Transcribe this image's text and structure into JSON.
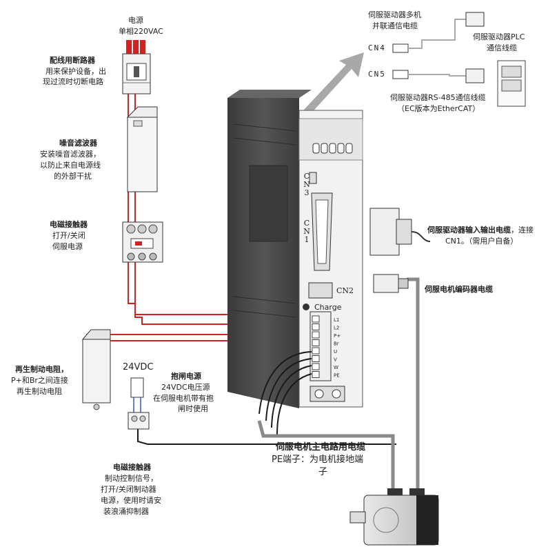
{
  "power": {
    "title": "电源",
    "subtitle": "单相220VAC"
  },
  "breaker": {
    "title": "配线用断路器",
    "desc1": "用来保护设备，出",
    "desc2": "现过流时切断电路"
  },
  "filter": {
    "title": "噪音滤波器",
    "desc1": "安装噪音滤波器，",
    "desc2": "以防止来自电源线",
    "desc3": "的外部干扰"
  },
  "contactor": {
    "title": "电磁接触器",
    "desc1": "打开/关闭",
    "desc2": "伺服电源"
  },
  "regen": {
    "title": "再生制动电阻，",
    "desc1": "P+和Br之间连接",
    "desc2": "再生制动电阻"
  },
  "brake_power": {
    "supply": "24VDC",
    "title": "抱闸电源",
    "desc1": "24VDC电压源",
    "desc2": "在伺服电机带有抱",
    "desc3": "闸时使用"
  },
  "brake_contactor": {
    "title": "电磁接触器",
    "desc1": "制动控制信号，",
    "desc2": "打开/关闭制动器",
    "desc3": "电源，使用时请安",
    "desc4": "装浪涌抑制器"
  },
  "multi_cable": {
    "line1": "伺服驱动器多机",
    "line2": "并联通信电缆"
  },
  "plc_cable": {
    "line1": "伺服驱动器PLC",
    "line2": "通信线缆"
  },
  "rs485_cable": {
    "line1": "伺服驱动器RS-485通信线缆",
    "line2": "（EC版本为EtherCAT）"
  },
  "io_cable": {
    "title": "伺服驱动器输入输出电缆",
    "tail": "，连接",
    "desc": "CN1。（需用户自备）"
  },
  "encoder_cable": {
    "title": "伺服电机编码器电缆"
  },
  "main_cable": {
    "title": "伺服电机主电路用电缆",
    "desc1": "PE端子：为电机接地端",
    "desc2": "子"
  },
  "ports": {
    "cn4": "CN4",
    "cn5": "CN5",
    "cn3": "CN3",
    "cn1": "CN1",
    "cn2": "CN2",
    "charge": "Charge"
  },
  "terminals": [
    "L1",
    "L2",
    "P+",
    "Br",
    "U",
    "V",
    "W",
    "PE"
  ],
  "colors": {
    "power_wire": "#d42020",
    "signal_wire": "#1a1a1a",
    "cable_gray": "#8a8a8a",
    "drive_body": "#4a4a4a",
    "arrow": "#a8a8a8"
  }
}
